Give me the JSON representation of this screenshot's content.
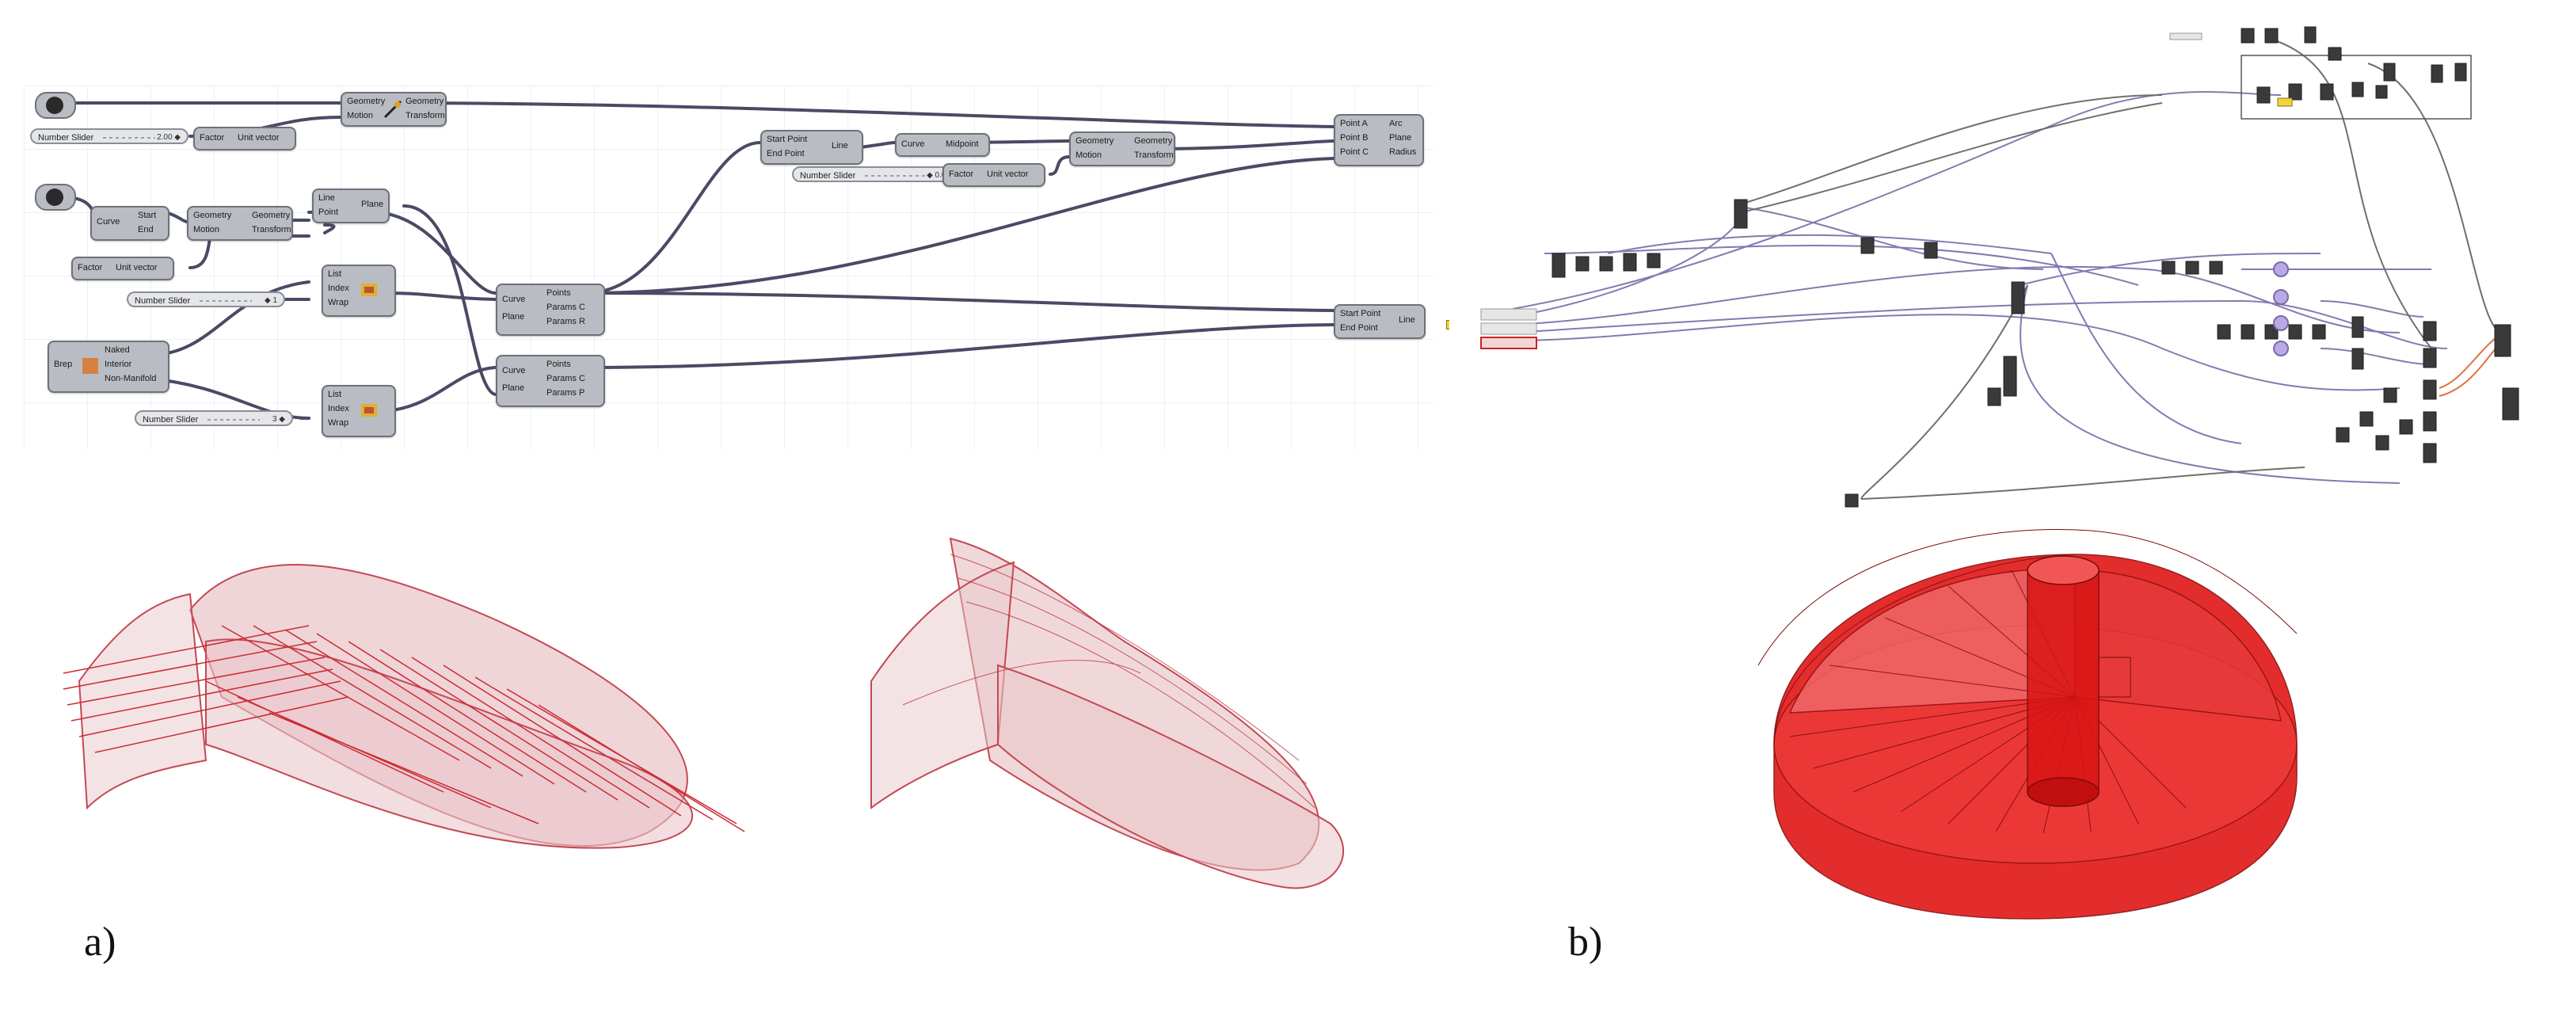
{
  "captions": {
    "a": "a)",
    "b": "b)"
  },
  "colors": {
    "wire": "#4a4a66",
    "node": "#b9bcc2",
    "model_red": "#e52b2b",
    "surface": "#e9c7cb",
    "surface_line": "#c44953",
    "wire_b": "#7b6aa8"
  },
  "panel_a": {
    "sliders": [
      {
        "label": "Number Slider",
        "value": "2.00 ◆"
      },
      {
        "label": "Number Slider",
        "value": "◆ 0.00"
      },
      {
        "label": "Number Slider",
        "value": "◆ 1"
      },
      {
        "label": "Number Slider",
        "value": "3 ◆"
      }
    ],
    "nodes": {
      "move1": {
        "inputs": [
          "Geometry",
          "Motion"
        ],
        "outputs": [
          "Geometry",
          "Transform"
        ]
      },
      "amplitude1": {
        "inputs": [
          "Factor"
        ],
        "outputs": [
          "Unit vector"
        ]
      },
      "endpoints": {
        "inputs": [
          "Curve"
        ],
        "outputs": [
          "Start",
          "End"
        ]
      },
      "move2": {
        "inputs": [
          "Geometry",
          "Motion"
        ],
        "outputs": [
          "Geometry",
          "Transform"
        ]
      },
      "amplitude2": {
        "inputs": [
          "Factor"
        ],
        "outputs": [
          "Unit vector"
        ]
      },
      "pline": {
        "inputs": [
          "Line",
          "Point"
        ],
        "outputs": [
          "Plane"
        ]
      },
      "list1": {
        "inputs": [
          "List",
          "Index",
          "Wrap"
        ],
        "outputs": [
          ""
        ]
      },
      "brep_edges": {
        "inputs": [
          "Brep"
        ],
        "outputs": [
          "Naked",
          "Interior",
          "Non-Manifold"
        ]
      },
      "list2": {
        "inputs": [
          "List",
          "Index",
          "Wrap"
        ],
        "outputs": [
          ""
        ]
      },
      "divide1": {
        "inputs": [
          "Curve",
          "Plane"
        ],
        "outputs": [
          "Points",
          "Params C",
          "Params R"
        ]
      },
      "divide2": {
        "inputs": [
          "Curve",
          "Plane"
        ],
        "outputs": [
          "Points",
          "Params C",
          "Params P"
        ]
      },
      "line1": {
        "inputs": [
          "Start Point",
          "End Point"
        ],
        "outputs": [
          "Line"
        ]
      },
      "midpoint": {
        "inputs": [
          "Curve"
        ],
        "outputs": [
          "Midpoint"
        ]
      },
      "amplitude3": {
        "inputs": [
          "Factor"
        ],
        "outputs": [
          "Unit vector"
        ]
      },
      "move3": {
        "inputs": [
          "Geometry",
          "Motion"
        ],
        "outputs": [
          "Geometry",
          "Transform"
        ]
      },
      "arc": {
        "inputs": [
          "Point A",
          "Point B",
          "Point C"
        ],
        "outputs": [
          "Arc",
          "Plane",
          "Radius"
        ]
      },
      "line2": {
        "inputs": [
          "Start Point",
          "End Point"
        ],
        "outputs": [
          "Line"
        ]
      }
    }
  }
}
